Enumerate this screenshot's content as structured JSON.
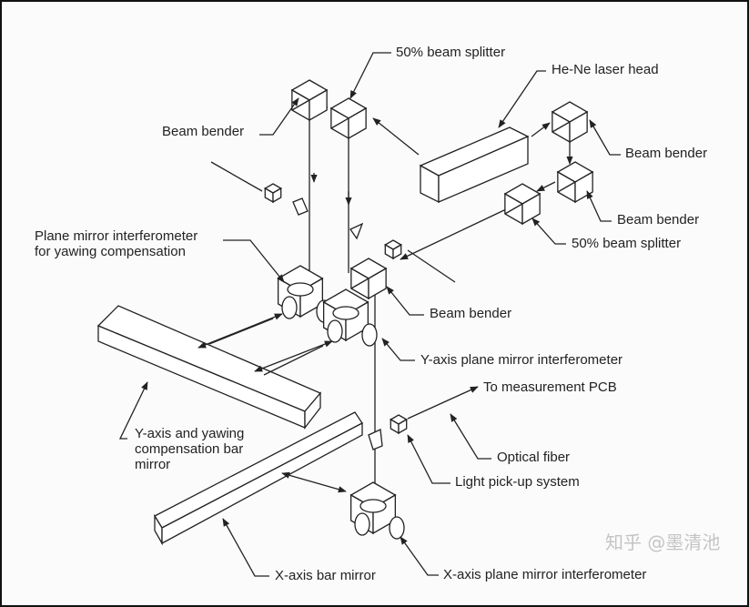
{
  "labels": {
    "beam_splitter_top": "50% beam splitter",
    "laser_head": "He-Ne laser head",
    "beam_bender_left": "Beam bender",
    "beam_bender_right": "Beam bender",
    "plane_mirror_yaw_1": "Plane mirror interferometer",
    "plane_mirror_yaw_2": "for yawing compensation",
    "beam_bender_right2": "Beam bender",
    "beam_splitter_right": "50% beam splitter",
    "beam_bender_center": "Beam bender",
    "y_axis_interferometer": "Y-axis plane mirror interferometer",
    "to_pcb": "To measurement PCB",
    "y_bar_1": "Y-axis and yawing",
    "y_bar_2": "compensation bar",
    "y_bar_3": "mirror",
    "optical_fiber": "Optical fiber",
    "light_pickup": "Light pick-up system",
    "x_bar_mirror": "X-axis bar mirror",
    "x_axis_interferometer": "X-axis plane mirror interferometer"
  },
  "watermark": "知乎 @墨清池"
}
